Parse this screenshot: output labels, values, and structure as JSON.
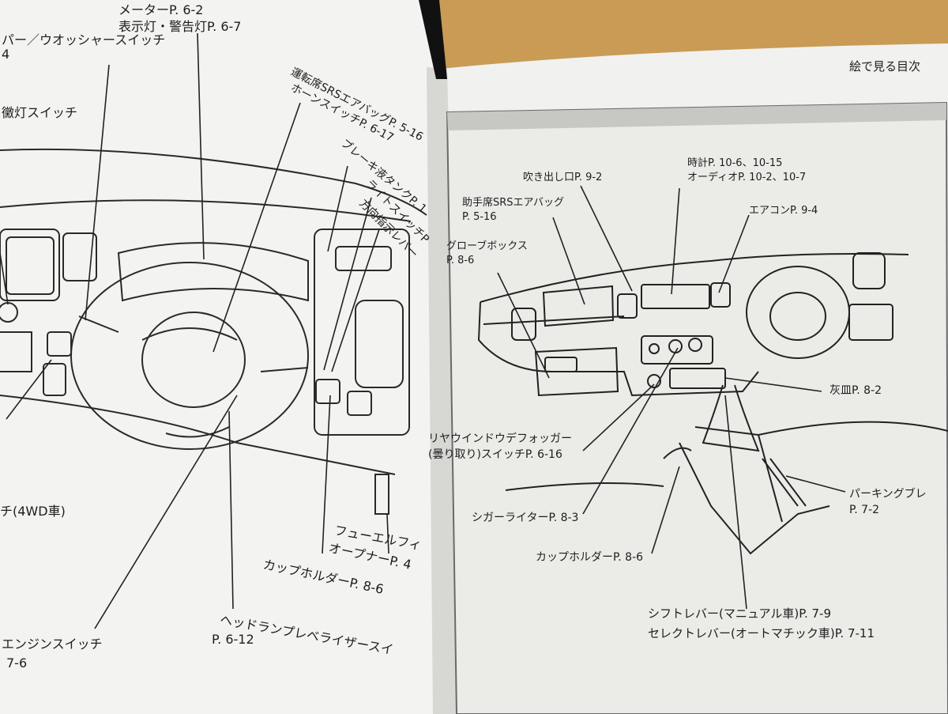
{
  "left_page": {
    "labels": {
      "meter": "メーターP. 6-2",
      "indicator": "表示灯・警告灯P. 6-7",
      "wiper_line1": "パー／ウオッシャースイッチ",
      "wiper_line2": "4",
      "lamp_switch": "黴灯スイッチ",
      "airbag_line1": "運転席SRSエアバッグP. 5-16",
      "airbag_line2": "ホーンスイッチP. 6-17",
      "brake_tank": "ブレーキ液タンクP. 1",
      "light_switch_line1": "ライトスイッチP",
      "light_switch_line2": "方向指示レバー",
      "fuel_line1": "フューエルフィ",
      "fuel_line2": "オープナーP. 4",
      "cup_holder": "カップホルダーP. 8-6",
      "headlamp_line1": "ヘッドランプレベライザースイ",
      "headlamp_line2": "P. 6-12",
      "switch_4wd": "チ(4WD車)",
      "engine_switch_line1": "エンジンスイッチ",
      "engine_switch_line2": "7-6"
    }
  },
  "right_page": {
    "header": "絵で見る目次",
    "labels": {
      "vent": "吹き出し口P. 9-2",
      "clock_line1": "時計P. 10-6、10-15",
      "clock_line2": "オーディオP. 10-2、10-7",
      "passenger_airbag_line1": "助手席SRSエアバッグ",
      "passenger_airbag_line2": "P. 5-16",
      "aircon": "エアコンP. 9-4",
      "glovebox_line1": "グローブボックス",
      "glovebox_line2": "P. 8-6",
      "ashtray": "灰皿P. 8-2",
      "defogger_line1": "リヤウインドウデフォッガー",
      "defogger_line2": "(曇り取り)スイッチP. 6-16",
      "parking_line1": "パーキングブレ",
      "parking_line2": "P. 7-2",
      "cigar": "シガーライターP. 8-3",
      "cup_holder": "カップホルダーP. 8-6",
      "shift_lever": "シフトレバー(マニュアル車)P. 7-9",
      "select_lever": "セレクトレバー(オートマチック車)P. 7-11"
    }
  }
}
